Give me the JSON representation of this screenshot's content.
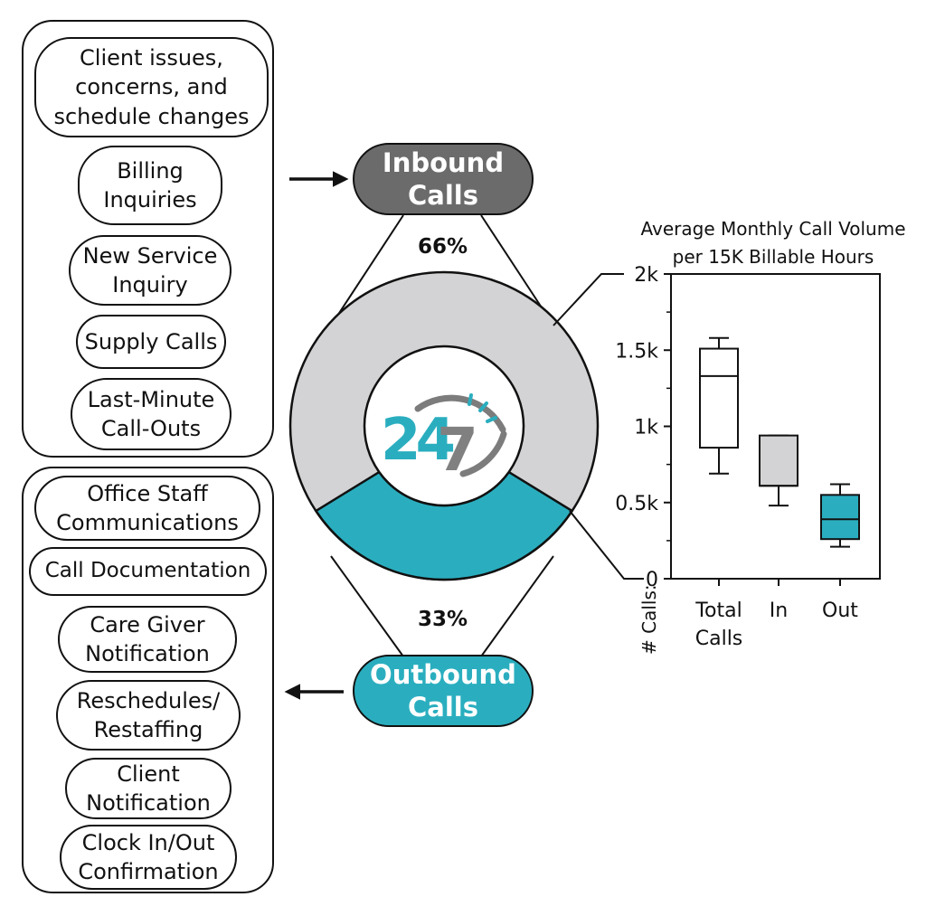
{
  "inbound": {
    "label": "Inbound\nCalls",
    "percent": "66%",
    "share": 66,
    "color": "#6b6b6b",
    "items": [
      "Client issues,\nconcerns, and\nschedule changes",
      "Billing\nInquiries",
      "New Service\nInquiry",
      "Supply Calls",
      "Last-Minute\nCall-Outs"
    ]
  },
  "outbound": {
    "label": "Outbound\nCalls",
    "percent": "33%",
    "share": 33,
    "color": "#2aaebf",
    "items": [
      "Office Staff\nCommunications",
      "Call Documentation",
      "Care Giver\nNotification",
      "Reschedules/\nRestaffing",
      "Client\nNotification",
      "Clock In/Out\nConfirmation"
    ]
  },
  "ring_colors": {
    "inbound": "#d3d3d5",
    "outbound": "#2aaebf"
  },
  "logo": {
    "text_24": "24",
    "text_7": "7",
    "teal": "#2aaebf",
    "gray": "#808080"
  },
  "chart_data": {
    "type": "boxplot",
    "title": "Average Monthly Call Volume",
    "subtitle": "per 15K Billable Hours",
    "ylabel": "# Calls:",
    "ylim": [
      0,
      2000
    ],
    "yticks": [
      0,
      500,
      1000,
      1500,
      2000
    ],
    "ytick_labels": [
      "0",
      "0.5k",
      "1k",
      "1.5k",
      "2k"
    ],
    "categories": [
      "Total\nCalls",
      "In",
      "Out"
    ],
    "boxes": [
      {
        "category": "Total Calls",
        "min": 690,
        "q1": 860,
        "median": 1330,
        "q3": 1510,
        "max": 1580,
        "fill": "#ffffff"
      },
      {
        "category": "In",
        "min": 480,
        "q1": 610,
        "median": 610,
        "q3": 940,
        "max": 940,
        "fill": "#d3d3d5"
      },
      {
        "category": "Out",
        "min": 210,
        "q1": 260,
        "median": 390,
        "q3": 550,
        "max": 620,
        "fill": "#2aaebf"
      }
    ]
  }
}
